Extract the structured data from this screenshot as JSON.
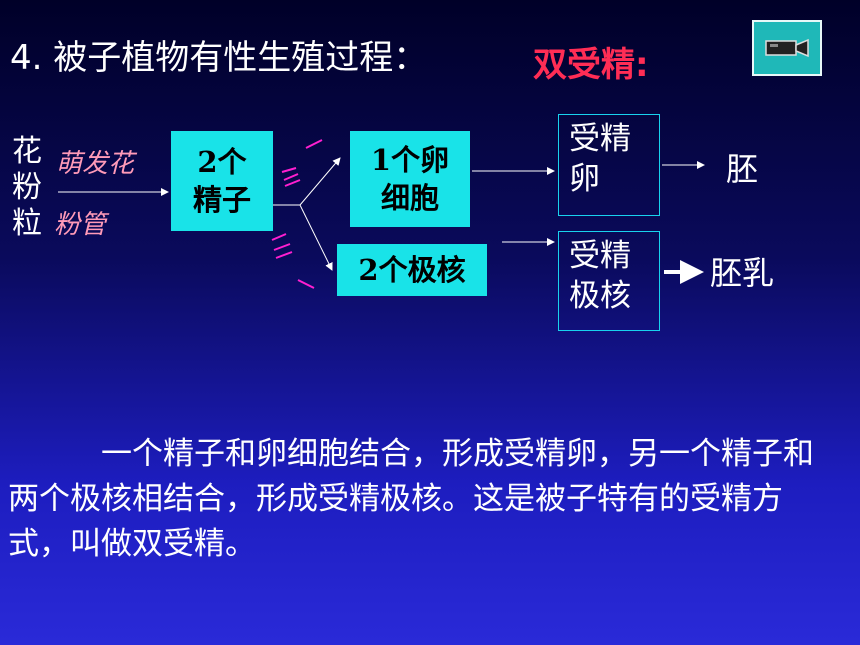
{
  "title": "4. 被子植物有性生殖过程：",
  "title_emphasis": "双受精:",
  "diagram": {
    "pollen": "花粉粒",
    "germinate": "萌发花",
    "pollen_tube": "粉管",
    "sperm_box": [
      "2个",
      "精子"
    ],
    "egg_box": [
      "1个卵",
      "细胞"
    ],
    "polar_box": "2个极核",
    "fert_egg": [
      "受精",
      "卵"
    ],
    "fert_polar": [
      "受精",
      "极核"
    ],
    "embryo": "胚",
    "endosperm": "胚乳",
    "mark_upper": "1",
    "mark_lower": "1"
  },
  "paragraph": "一个精子和卵细胞结合，形成受精卵，另一个精子和两个极核相结合，形成受精极核。这是被子特有的受精方式，叫做双受精。",
  "colors": {
    "accent_pink": "#ff2d55",
    "box_cyan": "#19e3e8",
    "nav_teal": "#1fb8b8",
    "mark_magenta": "#ff1fd0"
  },
  "nav_button_icon": "video-camera-icon"
}
